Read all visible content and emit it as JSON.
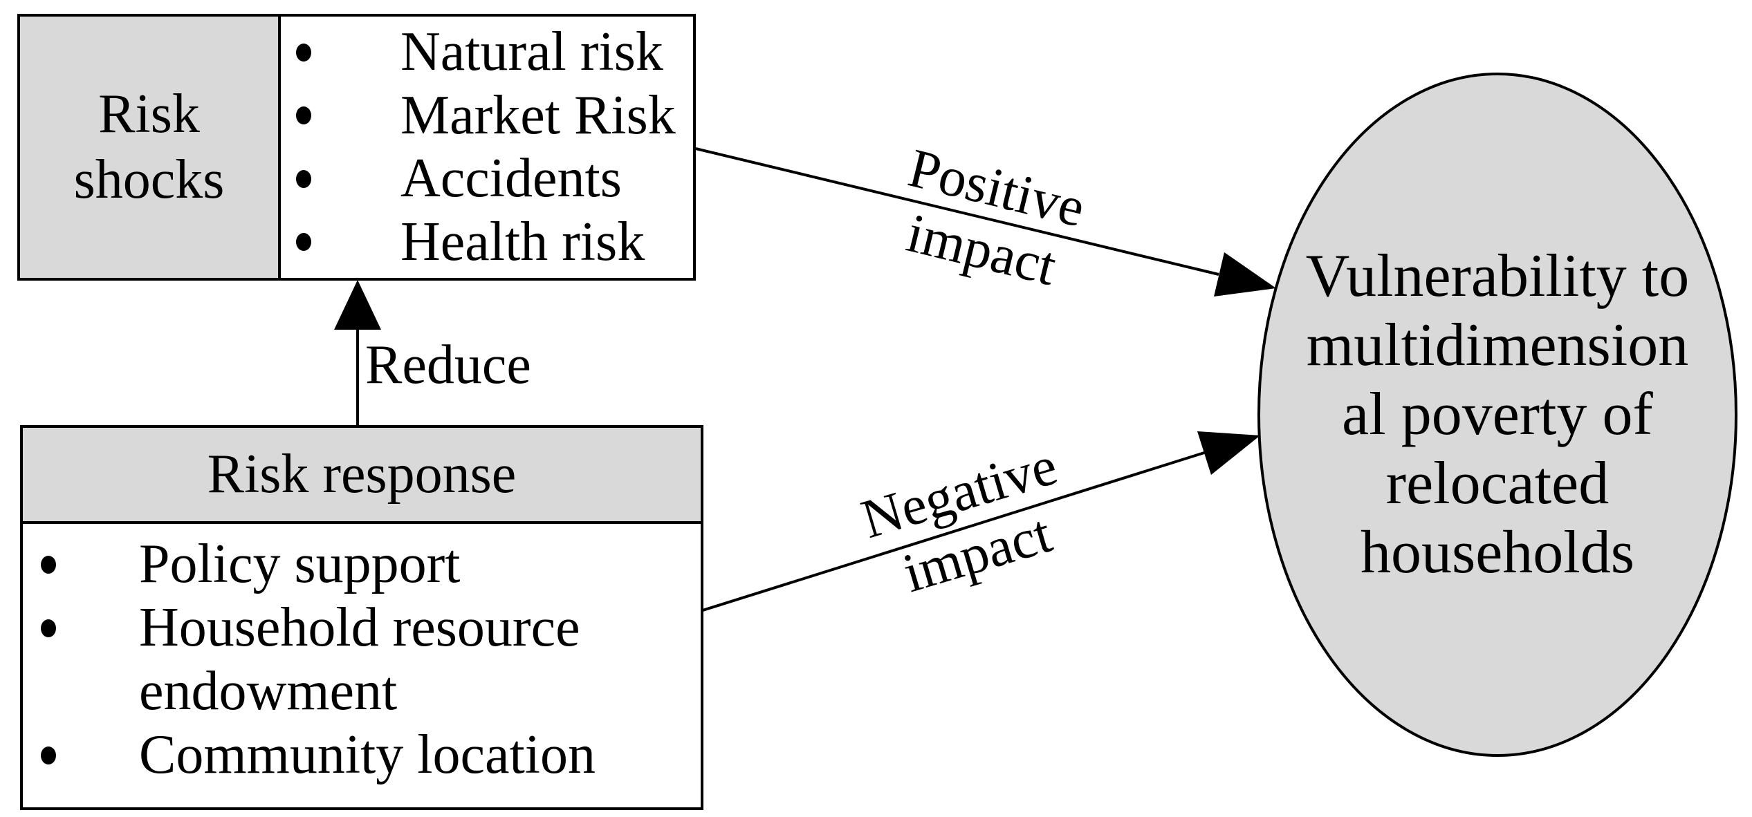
{
  "colors": {
    "box_fill": "#d9d9d9",
    "line_color": "#000000",
    "background": "#ffffff",
    "text_color": "#000000"
  },
  "risk_shocks_box": {
    "header": "Risk shocks",
    "items": [
      "Natural risk",
      "Market Risk",
      "Accidents",
      "Health risk"
    ]
  },
  "risk_response_box": {
    "header": "Risk response",
    "items": [
      {
        "lines": [
          "Policy support"
        ]
      },
      {
        "lines": [
          "Household resource",
          "endowment"
        ]
      },
      {
        "lines": [
          "Community location"
        ]
      }
    ]
  },
  "arrows": {
    "reduce": {
      "label": "Reduce"
    },
    "positive": {
      "lines": [
        "Positive",
        "impact"
      ]
    },
    "negative": {
      "lines": [
        "Negative",
        "impact"
      ]
    }
  },
  "ellipse": {
    "lines": [
      "Vulnerability to",
      "multidimension",
      "al poverty of",
      "relocated",
      "households"
    ]
  }
}
